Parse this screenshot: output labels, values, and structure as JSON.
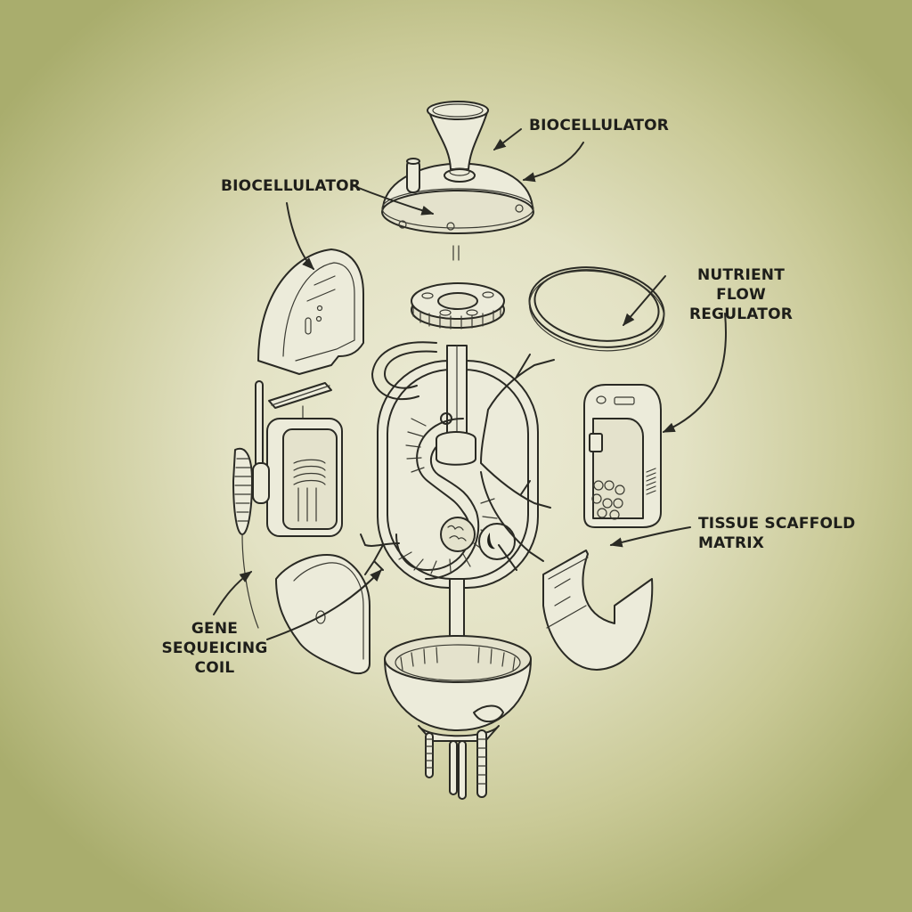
{
  "diagram": {
    "type": "exploded-view technical illustration",
    "background_colors": {
      "center": "#ecebd6",
      "edge": "#a9ad6d"
    },
    "ink_color": "#2a2a24",
    "labels": [
      {
        "id": "biocellulator-top",
        "text": "BIOCELLULATOR",
        "target": "dome cap with funnel"
      },
      {
        "id": "biocellulator-left",
        "text": "BIOCELLULATOR",
        "target": "dome cap body"
      },
      {
        "id": "nutrient-flow-regulator",
        "lines": [
          "NUTRIENT FLOW",
          "REGULATOR"
        ],
        "target": "oval ring and control box"
      },
      {
        "id": "tissue-scaffold-matrix",
        "lines": [
          "TISSUE SCAFFOLD",
          "MATRIX"
        ],
        "target": "U-shaped shell"
      },
      {
        "id": "gene-sequeicing-coil",
        "lines": [
          "GENE",
          "SEQUEICING",
          "COIL"
        ],
        "target": "left lower shell and core"
      }
    ],
    "components": [
      "dome-cap-with-funnel",
      "left-upper-shell",
      "gear-ring",
      "oval-ring",
      "central-core-capsule",
      "coil-module-with-brush",
      "control-box",
      "left-lower-shell",
      "right-u-shell",
      "bottom-bowl-with-rods"
    ]
  }
}
